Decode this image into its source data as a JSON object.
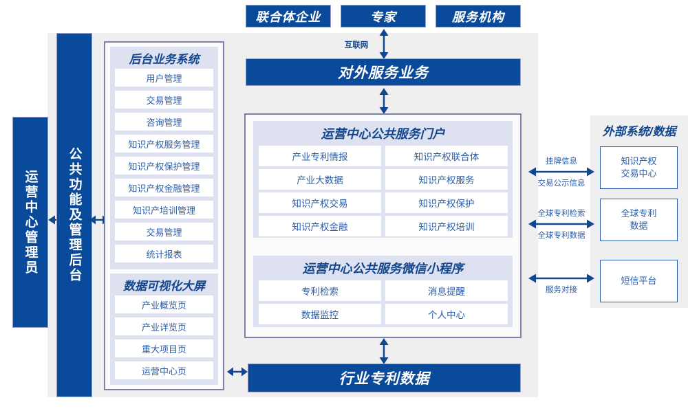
{
  "colors": {
    "primary_blue": "#0a4a9b",
    "text_blue": "#2a5ca8",
    "title_blue": "#12468f",
    "stage_gray": "#efefef",
    "group_lavender": "#dee1ef",
    "panel_border": "#7b80ab"
  },
  "top_actors": [
    {
      "label": "联合体企业"
    },
    {
      "label": "专家"
    },
    {
      "label": "服务机构"
    }
  ],
  "internet_label": "互联网",
  "external_service_bar": {
    "label": "对外服务业务"
  },
  "bottom_bar": {
    "label": "行业专利数据"
  },
  "left_columns": {
    "manager": {
      "label": "运营中心管理员"
    },
    "common_backend": {
      "label": "公共功能及管理后台"
    }
  },
  "backend_system": {
    "title": "后台业务系统",
    "items": [
      {
        "label": "用户管理"
      },
      {
        "label": "交易管理"
      },
      {
        "label": "咨询管理"
      },
      {
        "label": "知识产权服务管理"
      },
      {
        "label": "知识产权保护管理"
      },
      {
        "label": "知识产权金融管理"
      },
      {
        "label": "知识产培训管理"
      },
      {
        "label": "交易管理"
      },
      {
        "label": "统计报表"
      }
    ]
  },
  "data_visualization": {
    "title": "数据可视化大屏",
    "items": [
      {
        "label": "产业概览页"
      },
      {
        "label": "产业详览页"
      },
      {
        "label": "重大项目页"
      },
      {
        "label": "运营中心页"
      }
    ]
  },
  "portal": {
    "title": "运营中心公共服务门户",
    "items": [
      {
        "label": "产业专利情报"
      },
      {
        "label": "知识产权联合体"
      },
      {
        "label": "产业大数据"
      },
      {
        "label": "知识产权服务"
      },
      {
        "label": "知识产权交易"
      },
      {
        "label": "知识产权保护"
      },
      {
        "label": "知识产权金融"
      },
      {
        "label": "知识产权培训"
      }
    ]
  },
  "miniprogram": {
    "title": "运营中心公共服务微信小程序",
    "items": [
      {
        "label": "专利检索"
      },
      {
        "label": "消息提醒"
      },
      {
        "label": "数据监控"
      },
      {
        "label": "个人中心"
      }
    ]
  },
  "external": {
    "title": "外部系统/数据",
    "items": [
      {
        "label": "知识产权\n交易中心"
      },
      {
        "label": "全球专利\n数据"
      },
      {
        "label": "短信平台"
      }
    ],
    "connections": [
      {
        "above": "挂牌信息",
        "below": "交易公示信息"
      },
      {
        "above": "全球专利检索",
        "below": "全球专利数据"
      },
      {
        "above": "",
        "below": "服务对接"
      }
    ]
  }
}
